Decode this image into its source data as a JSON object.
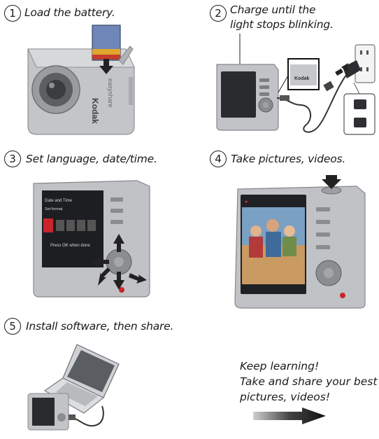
{
  "steps": [
    {
      "number": "1",
      "label": "Load the battery."
    },
    {
      "number": "2",
      "label_line1": "Charge until the",
      "label_line2": "light stops blinking."
    },
    {
      "number": "3",
      "label": "Set language, date/time."
    },
    {
      "number": "4",
      "label": "Take pictures, videos."
    },
    {
      "number": "5",
      "label": "Install software, then share."
    }
  ],
  "camera_brand": "Kodak",
  "camera_model": "easyshare",
  "lcd_screen": {
    "title": "Date and Time",
    "subtitle": "Set format",
    "hint": "Press OK when done"
  },
  "outro": {
    "line1": "Keep learning!",
    "line2": "Take and share your best",
    "line3": "pictures, videos!"
  },
  "colors": {
    "camera_silver": "#b9bbbe",
    "camera_dark": "#5a5c60",
    "screen_dark": "#1e1e22",
    "lcd_red": "#c8262c",
    "arrow_fill": "#222222"
  }
}
